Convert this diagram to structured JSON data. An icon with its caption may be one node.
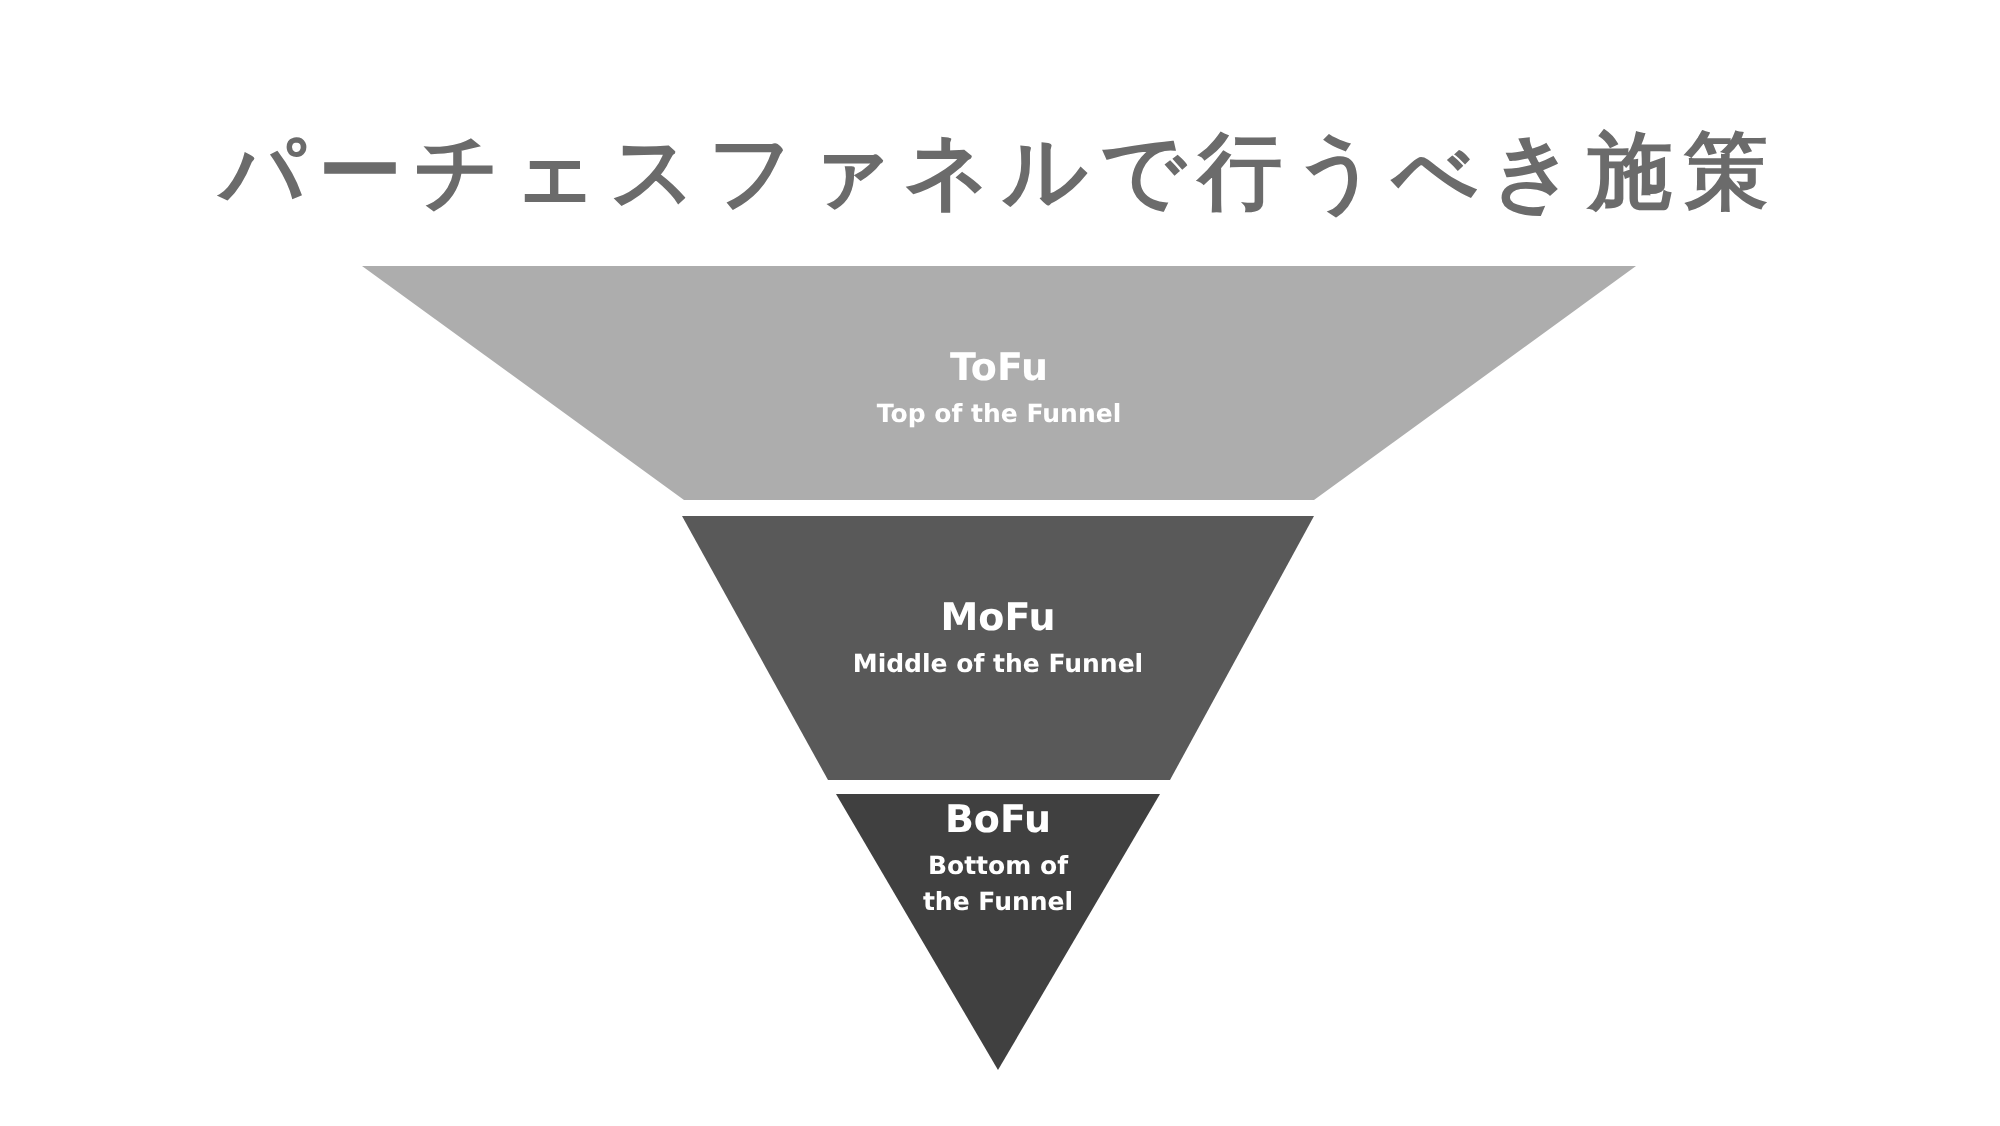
{
  "diagram": {
    "title": "パーチェスファネルで行うべき施策",
    "nodes": [
      {
        "text": [
          "ToFu",
          "Top of the Funnel"
        ]
      },
      {
        "text": [
          "MoFu",
          "Middle of the Funnel"
        ]
      },
      {
        "text": [
          "BoFu",
          "Bottom of the Funnel"
        ]
      }
    ]
  }
}
